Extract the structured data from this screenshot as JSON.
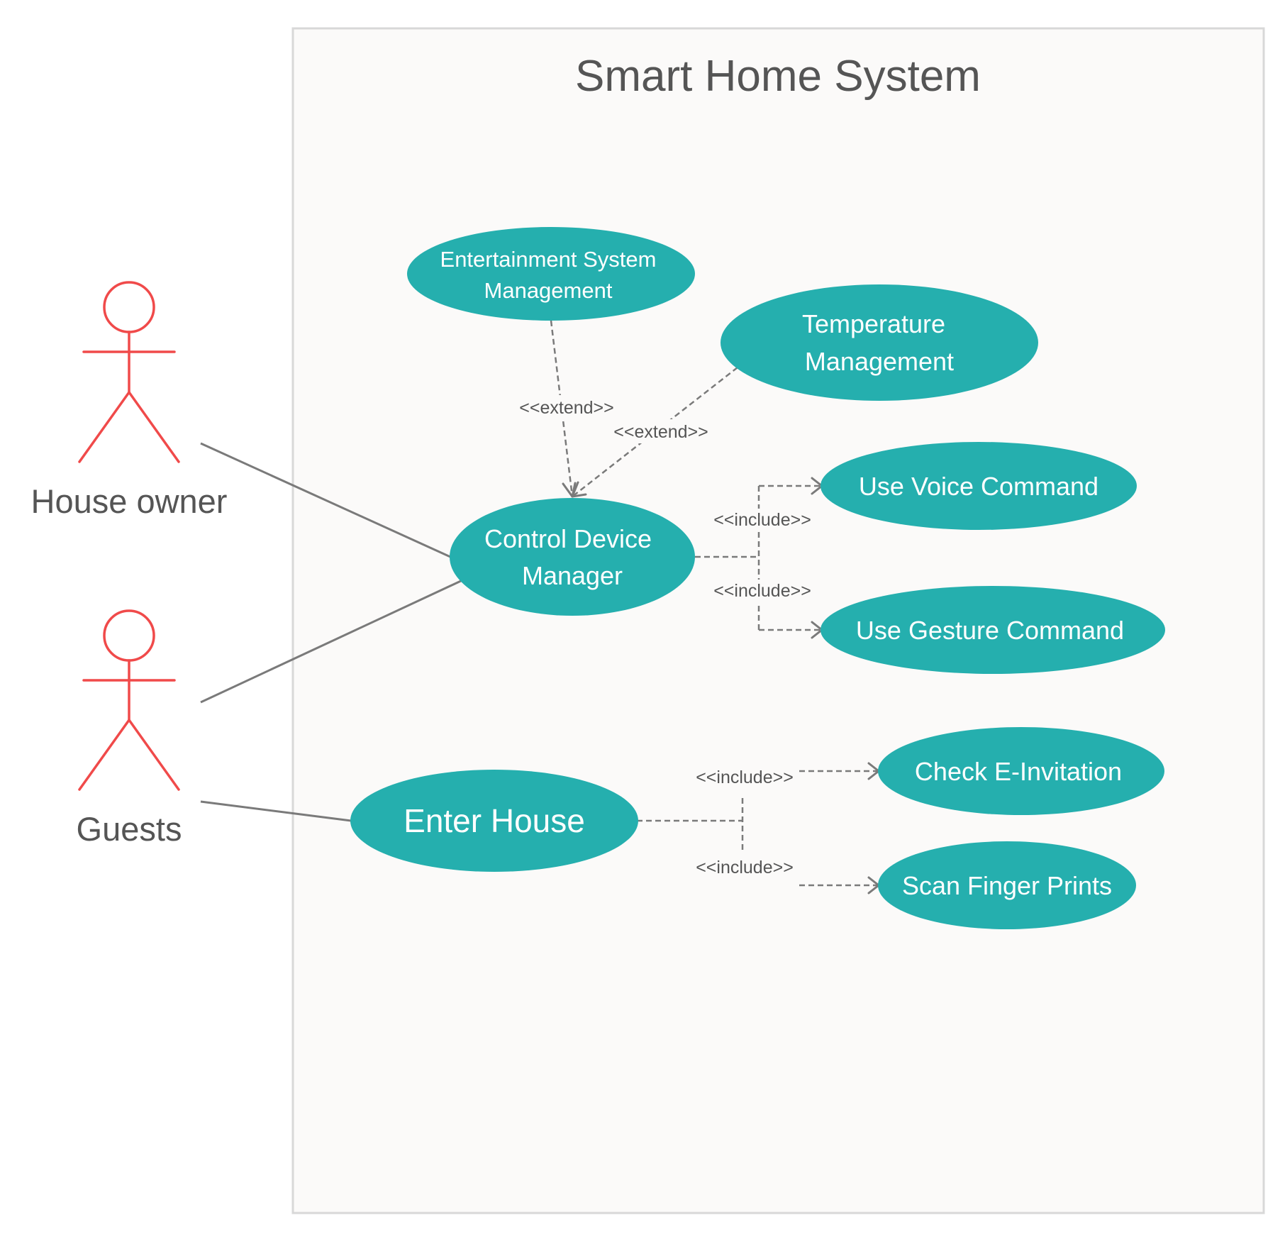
{
  "system": {
    "title": "Smart Home System"
  },
  "actors": [
    {
      "id": "house-owner",
      "label": "House owner"
    },
    {
      "id": "guests",
      "label": "Guests"
    }
  ],
  "use_cases": [
    {
      "id": "entertainment",
      "lines": [
        "Entertainment System",
        "Management"
      ]
    },
    {
      "id": "temperature",
      "lines": [
        "Temperature",
        "Management"
      ]
    },
    {
      "id": "control-device",
      "lines": [
        "Control Device",
        "Manager"
      ]
    },
    {
      "id": "voice-command",
      "lines": [
        "Use Voice Command"
      ]
    },
    {
      "id": "gesture-command",
      "lines": [
        "Use Gesture Command"
      ]
    },
    {
      "id": "enter-house",
      "lines": [
        "Enter House"
      ]
    },
    {
      "id": "check-invitation",
      "lines": [
        "Check E-Invitation"
      ]
    },
    {
      "id": "scan-fingerprints",
      "lines": [
        "Scan Finger Prints"
      ]
    }
  ],
  "relationships": [
    {
      "id": "rel-owner-control",
      "type": "association",
      "from": "house-owner",
      "to": "control-device"
    },
    {
      "id": "rel-guests-control",
      "type": "association",
      "from": "guests",
      "to": "control-device"
    },
    {
      "id": "rel-guests-enter",
      "type": "association",
      "from": "guests",
      "to": "enter-house"
    },
    {
      "id": "rel-ent-extend",
      "type": "extend",
      "label": "<<extend>>",
      "from": "entertainment",
      "to": "control-device"
    },
    {
      "id": "rel-temp-extend",
      "type": "extend",
      "label": "<<extend>>",
      "from": "temperature",
      "to": "control-device"
    },
    {
      "id": "rel-voice-include",
      "type": "include",
      "label": "<<include>>",
      "from": "control-device",
      "to": "voice-command"
    },
    {
      "id": "rel-gesture-include",
      "type": "include",
      "label": "<<include>>",
      "from": "control-device",
      "to": "gesture-command"
    },
    {
      "id": "rel-invite-include",
      "type": "include",
      "label": "<<include>>",
      "from": "enter-house",
      "to": "check-invitation"
    },
    {
      "id": "rel-finger-include",
      "type": "include",
      "label": "<<include>>",
      "from": "enter-house",
      "to": "scan-fingerprints"
    }
  ],
  "colors": {
    "use_case_fill": "#25afae",
    "use_case_text": "#ffffff",
    "actor_stroke": "#f04a4a",
    "line": "#7a7a7a",
    "boundary_fill": "#fbfaf9",
    "boundary_stroke": "#d8d8d8",
    "label_text": "#555555"
  }
}
